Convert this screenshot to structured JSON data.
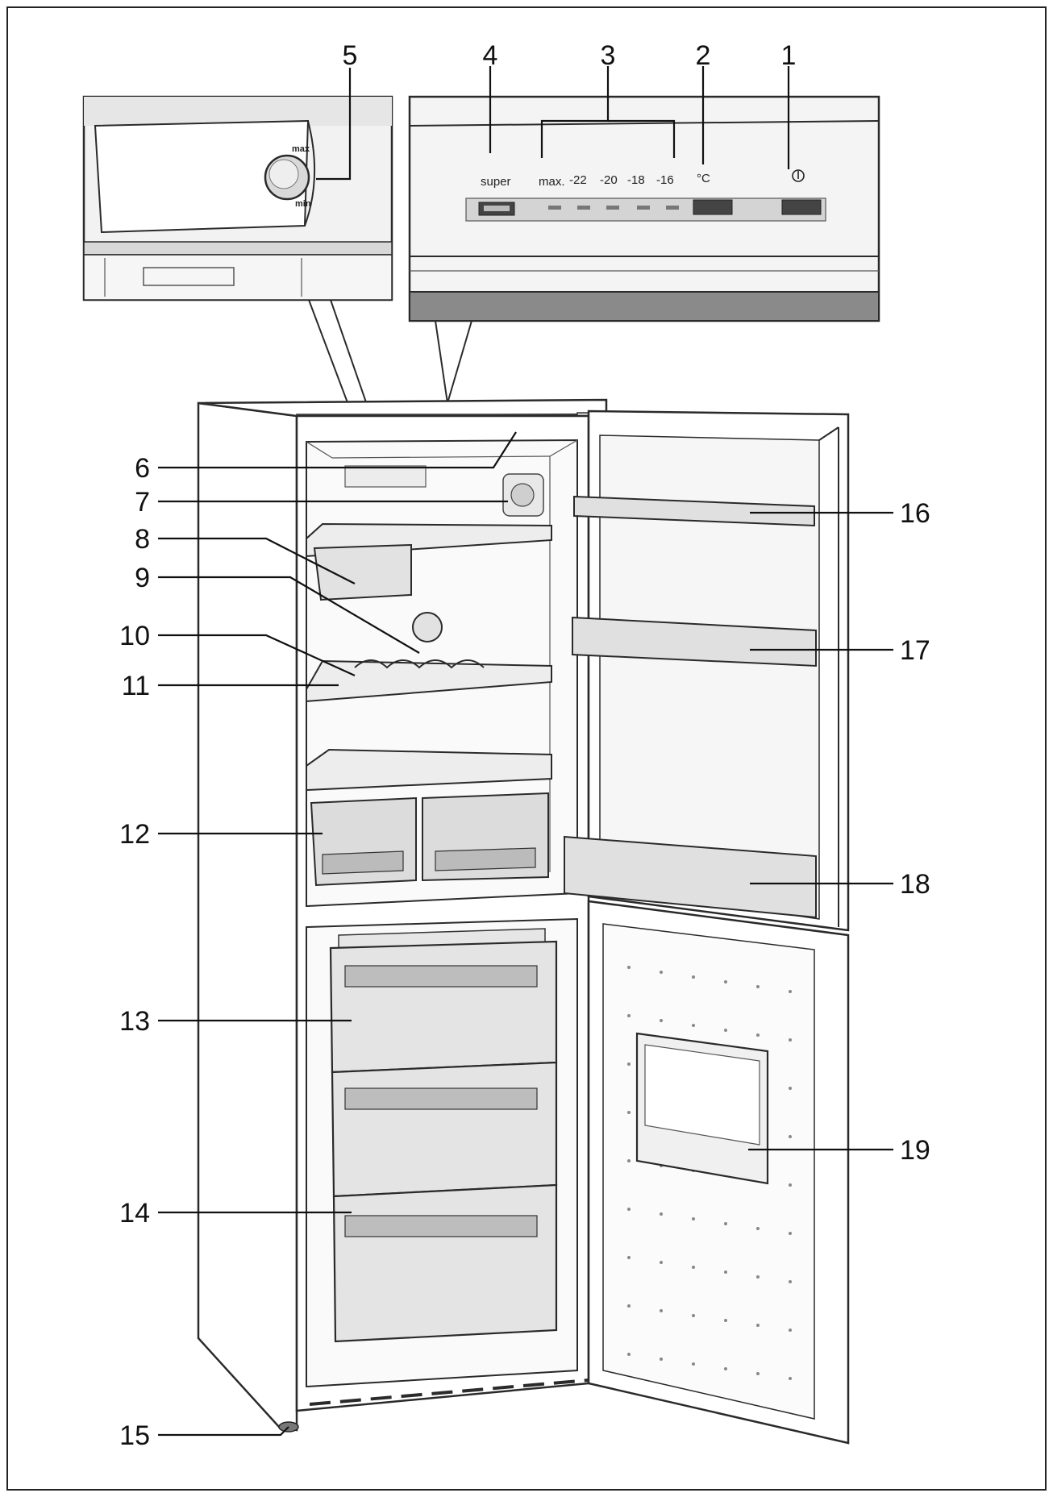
{
  "callouts": [
    {
      "id": "1",
      "label": "1"
    },
    {
      "id": "2",
      "label": "2"
    },
    {
      "id": "3",
      "label": "3"
    },
    {
      "id": "4",
      "label": "4"
    },
    {
      "id": "5",
      "label": "5"
    },
    {
      "id": "6",
      "label": "6"
    },
    {
      "id": "7",
      "label": "7"
    },
    {
      "id": "8",
      "label": "8"
    },
    {
      "id": "9",
      "label": "9"
    },
    {
      "id": "10",
      "label": "10"
    },
    {
      "id": "11",
      "label": "11"
    },
    {
      "id": "12",
      "label": "12"
    },
    {
      "id": "13",
      "label": "13"
    },
    {
      "id": "14",
      "label": "14"
    },
    {
      "id": "15",
      "label": "15"
    },
    {
      "id": "16",
      "label": "16"
    },
    {
      "id": "17",
      "label": "17"
    },
    {
      "id": "18",
      "label": "18"
    },
    {
      "id": "19",
      "label": "19"
    }
  ],
  "control_panel": {
    "super_label": "super",
    "max_label": "max.",
    "temp_steps": [
      "-22",
      "-20",
      "-18",
      "-16"
    ],
    "unit_label": "°C",
    "power_symbol": "power-symbol-icon"
  },
  "dial": {
    "max_label": "max",
    "min_label": "min"
  }
}
